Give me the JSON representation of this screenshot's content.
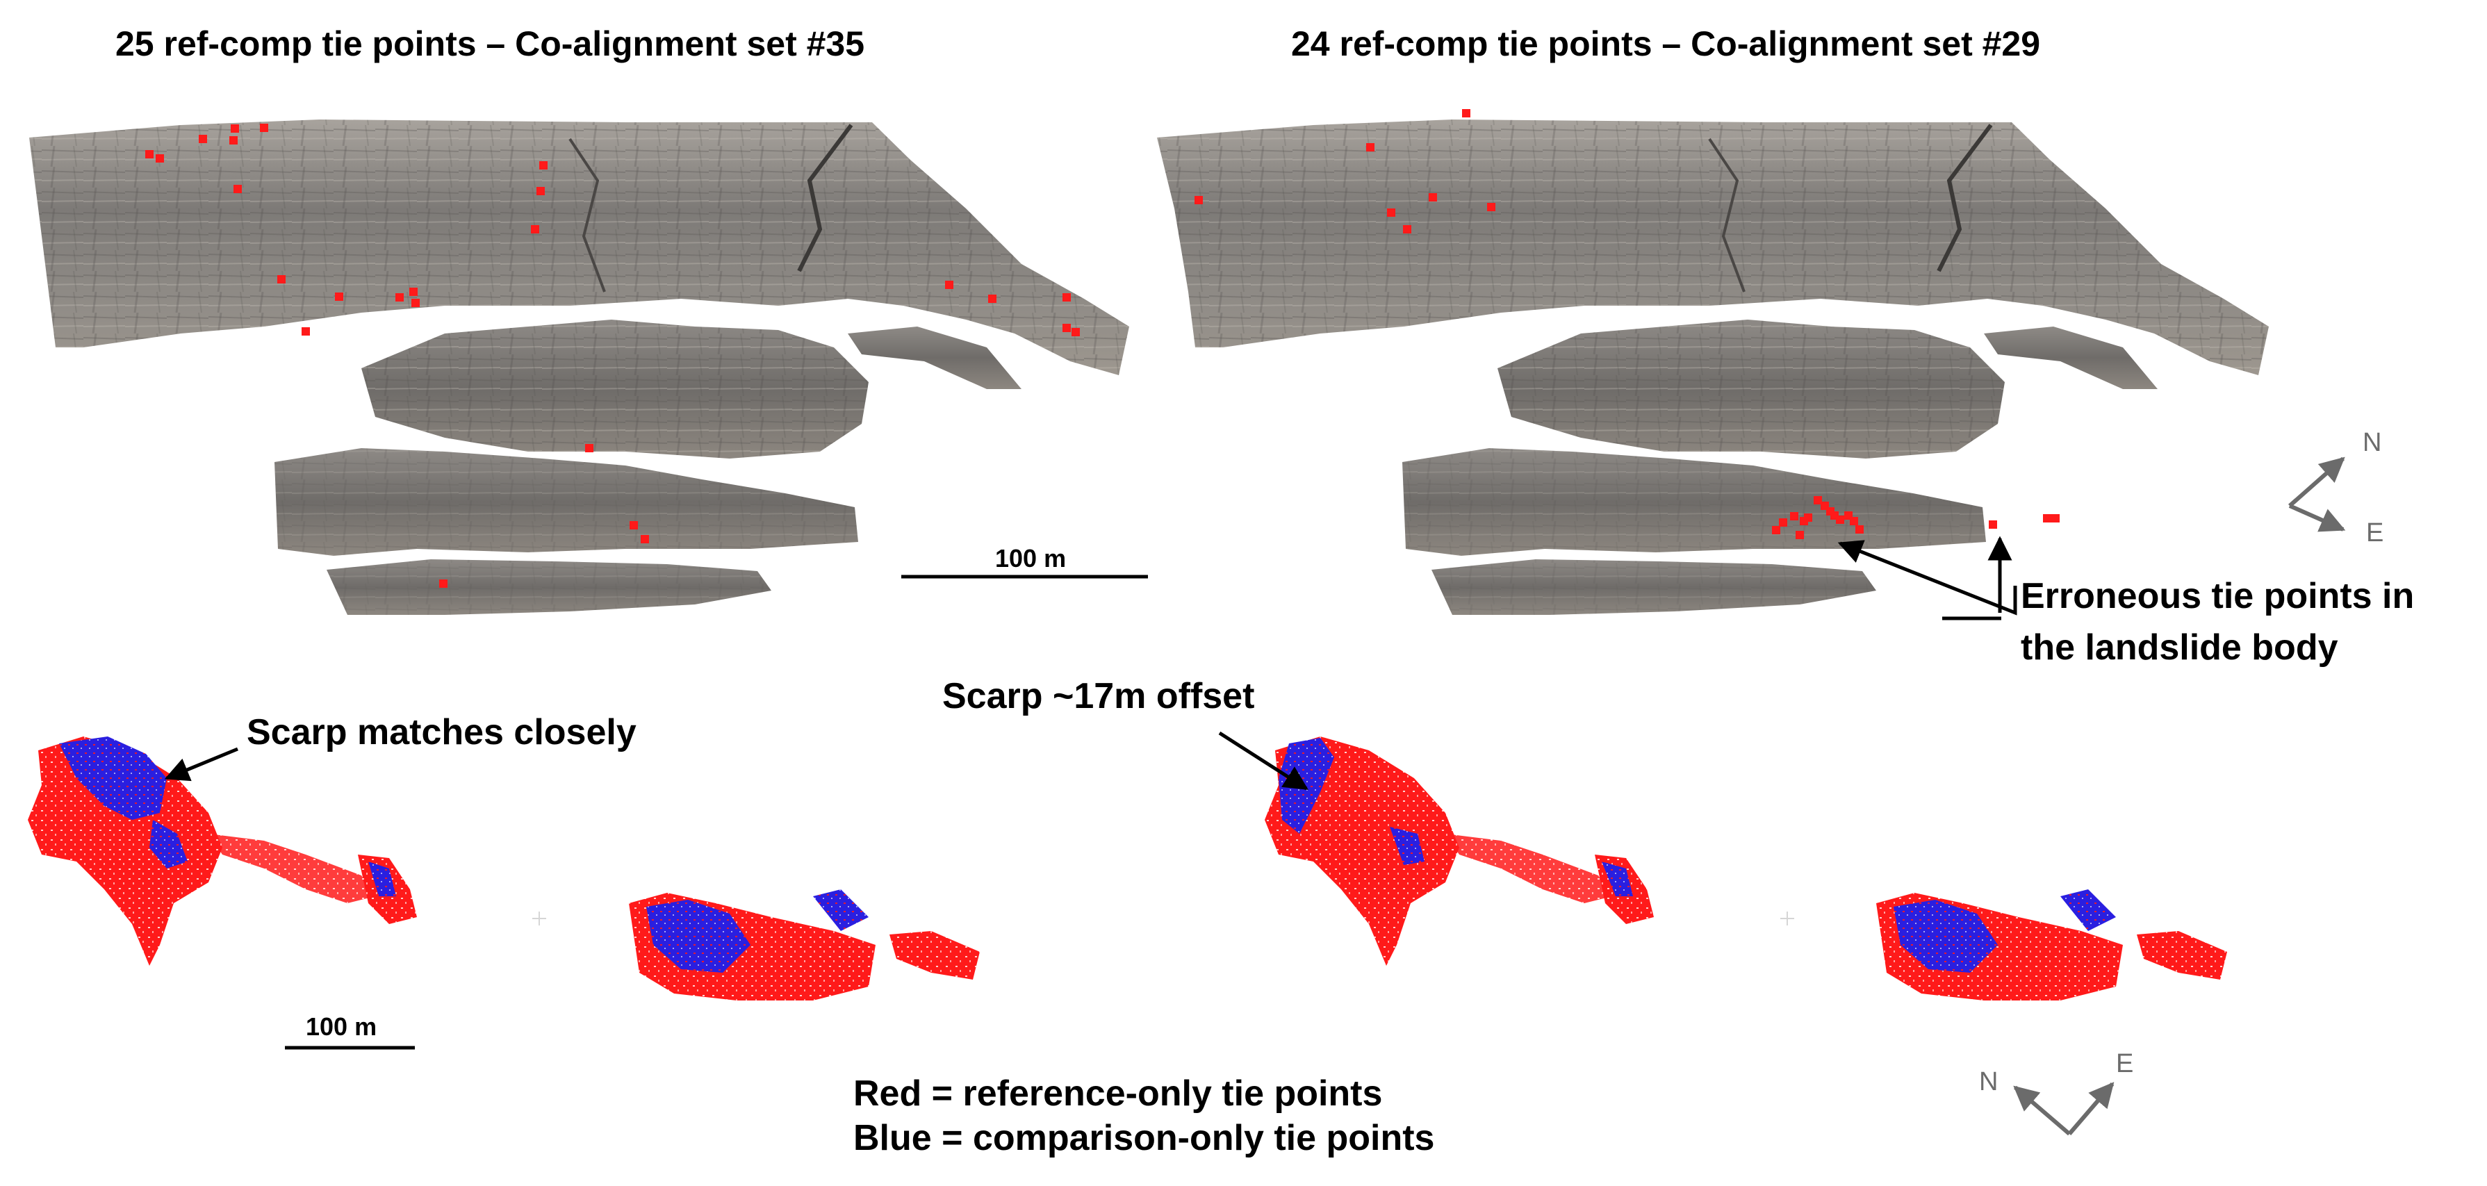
{
  "titles": {
    "left": "25 ref-comp tie points – Co-alignment set #35",
    "right": "24 ref-comp tie points – Co-alignment set #29"
  },
  "annotations": {
    "erroneous_line1": "Erroneous tie points in",
    "erroneous_line2": "the landslide body",
    "scarp_close": "Scarp matches closely",
    "scarp_offset": "Scarp ~17m offset"
  },
  "scale_bars": {
    "top": "100 m",
    "bottom": "100 m"
  },
  "legend": {
    "red": "Red = reference-only tie points",
    "blue": "Blue = comparison-only tie points"
  },
  "compass": {
    "top": {
      "n": "N",
      "e": "E"
    },
    "bottom": {
      "n": "N",
      "e": "E"
    }
  },
  "colors": {
    "tie_point_red": "#ff1a1a",
    "comparison_blue": "#2a1fe0",
    "rock_gray": "#8a8784",
    "rock_dark": "#5e5b58",
    "arrow_gray": "#6b6b6b"
  }
}
